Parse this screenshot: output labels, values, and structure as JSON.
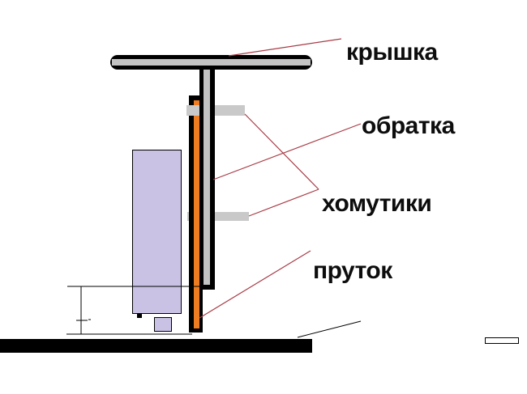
{
  "diagram": {
    "labels": {
      "cover": "крышка",
      "return_pipe": "обратка",
      "clamps": "хомутики",
      "rod": "пруток"
    }
  },
  "icons": {
    "leader_lines": "red-leader-line",
    "ground_pointer": "black-pointer-line"
  },
  "colors": {
    "annotation-red": "#a83b45",
    "pipe-orange": "#ee7d22",
    "metal-gray": "#c3c3c3",
    "clamp-gray": "#c9c9c9",
    "component-purple": "#c9c2e5",
    "ink-black": "#000000",
    "background": "#ffffff"
  }
}
